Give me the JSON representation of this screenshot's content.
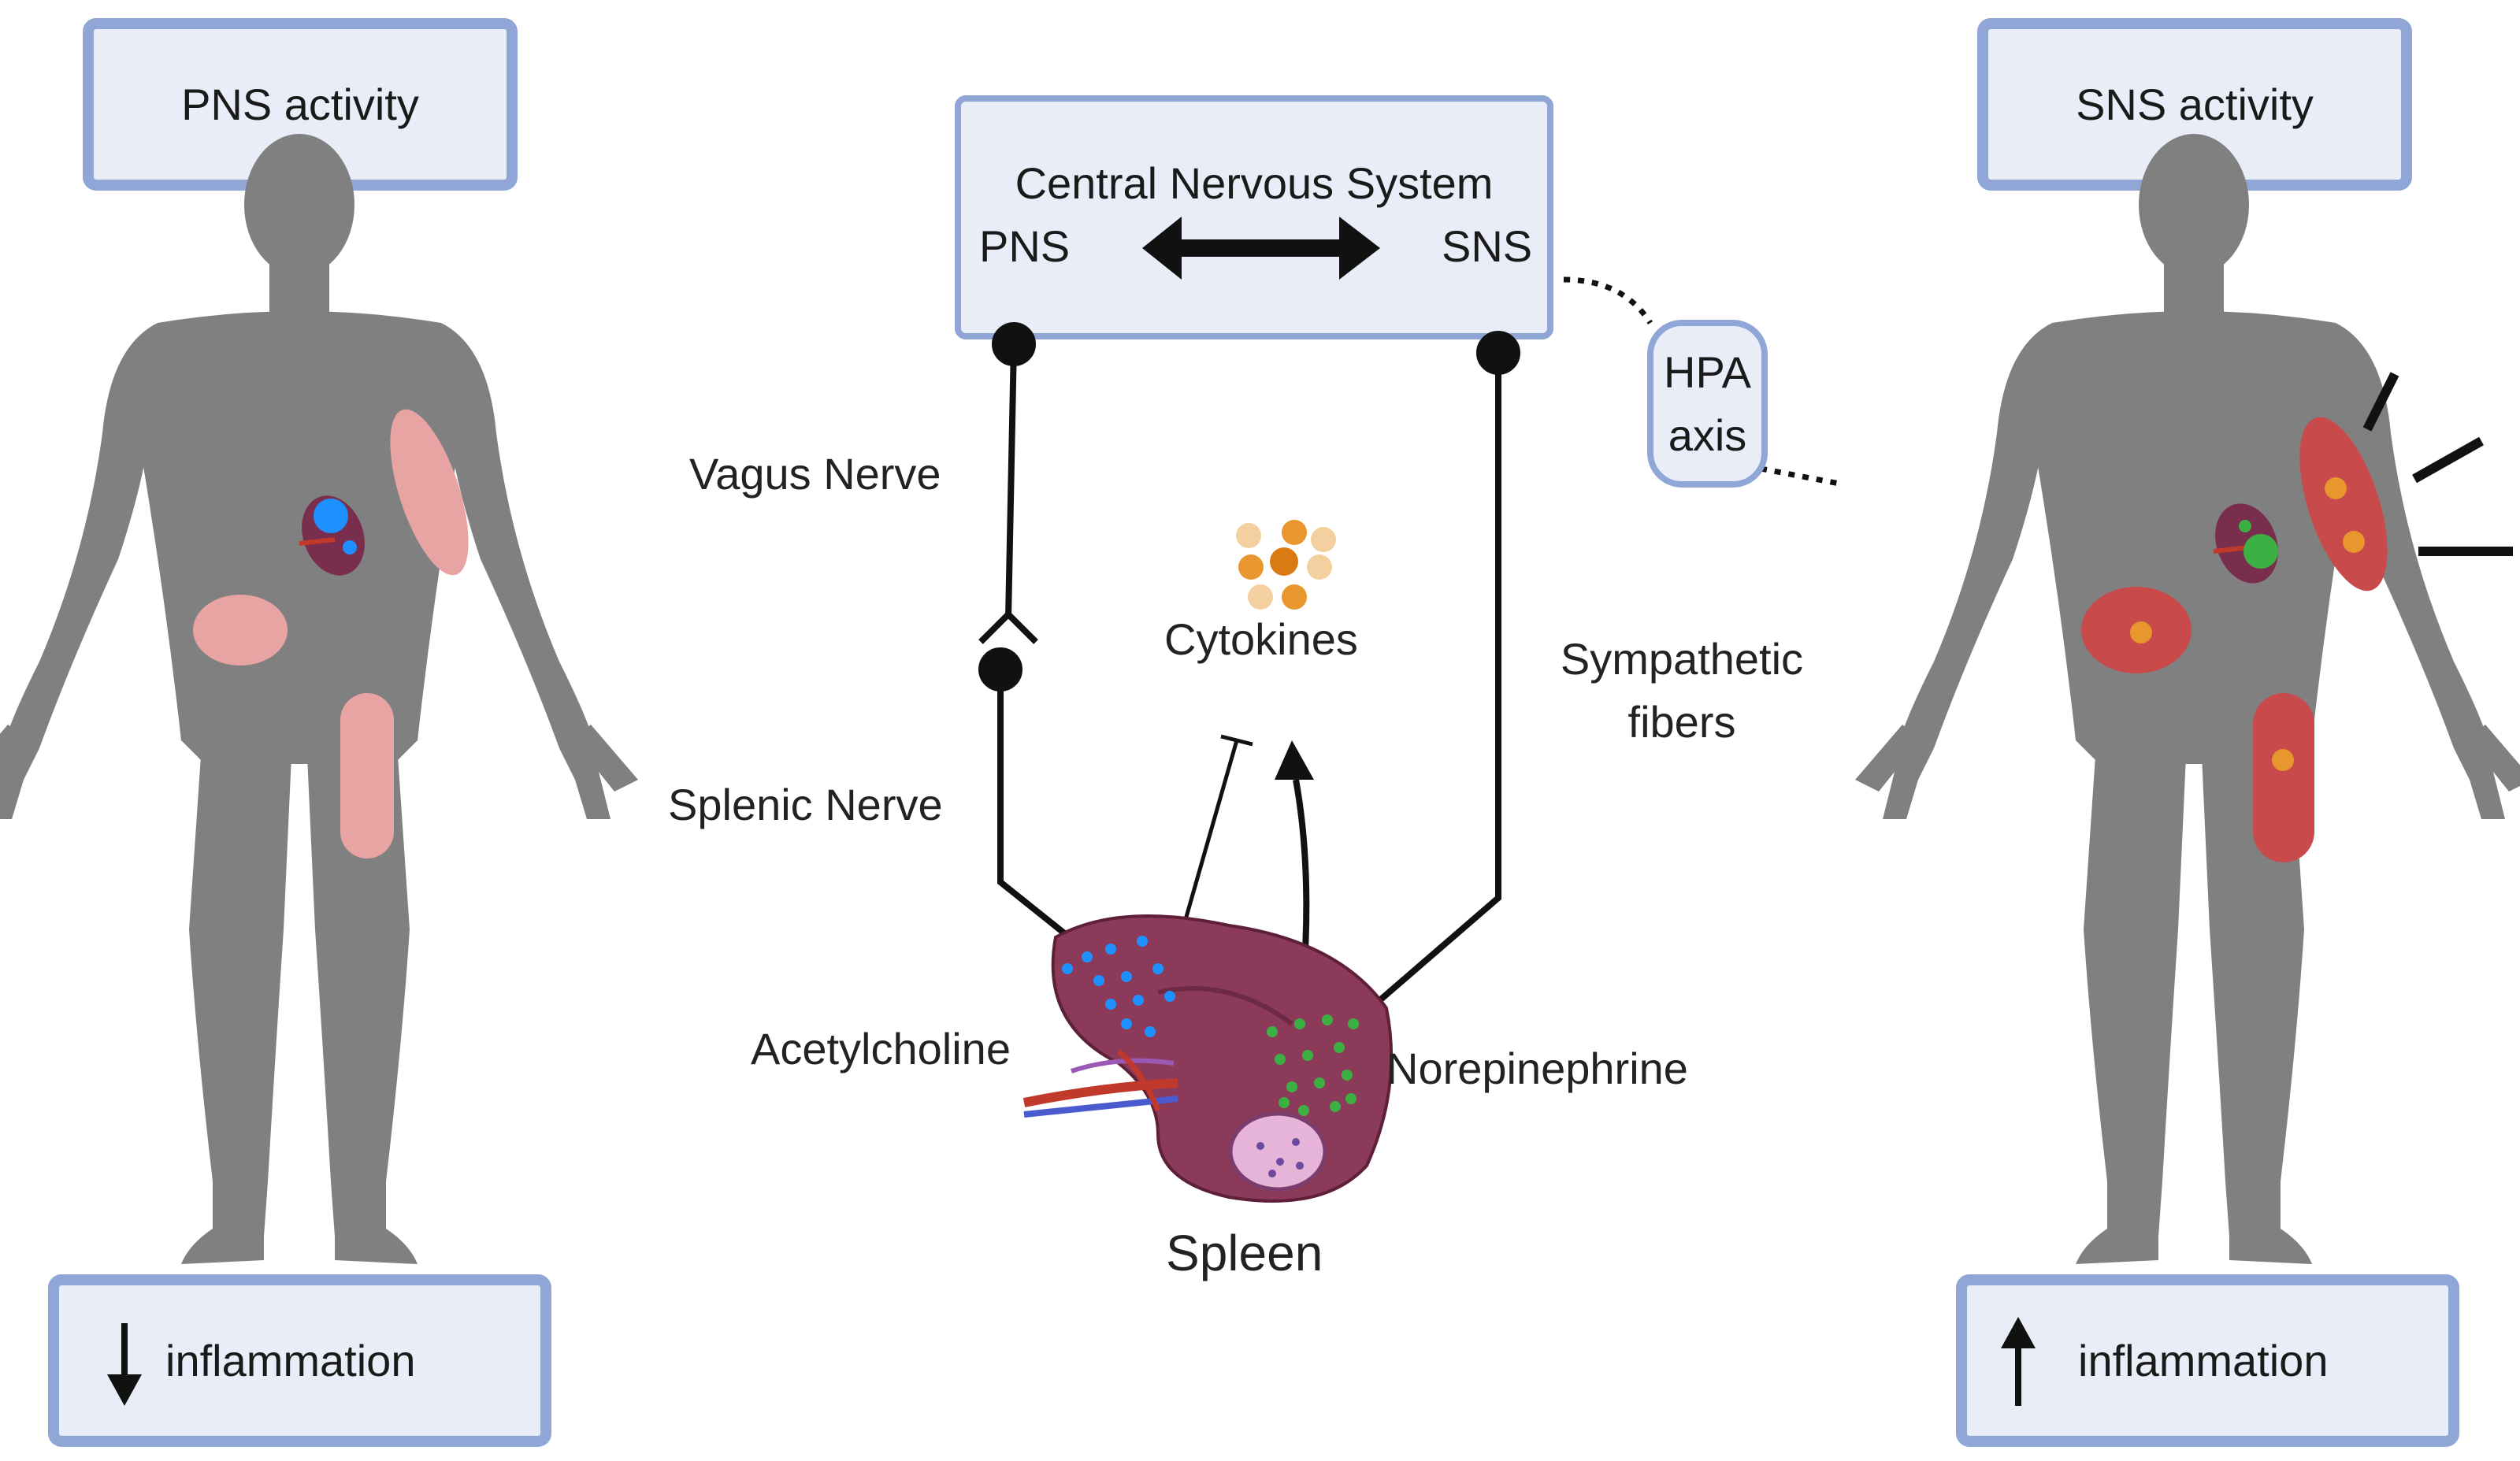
{
  "left_panel": {
    "top_label": "PNS activity",
    "bottom_label": "inflammation",
    "arrow_direction": "down"
  },
  "right_panel": {
    "top_label": "SNS activity",
    "bottom_label": "inflammation",
    "arrow_direction": "up"
  },
  "cns_box": {
    "title": "Central Nervous System",
    "left": "PNS",
    "right": "SNS"
  },
  "hpa": {
    "line1": "HPA",
    "line2": "axis"
  },
  "labels": {
    "vagus": "Vagus Nerve",
    "splenic": "Splenic Nerve",
    "acetylcholine": "Acetylcholine",
    "cytokines": "Cytokines",
    "sympathetic_1": "Sympathetic",
    "sympathetic_2": "fibers",
    "norepinephrine": "Norepinephrine",
    "spleen": "Spleen"
  },
  "colors": {
    "box_fill": "#e8edf8",
    "box_border": "#8fa6d6",
    "body": "#808080",
    "spleen": "#8b3a5a",
    "inflammation_light": "#e8a3a3",
    "inflammation_strong": "#c94a4a",
    "acetylcholine": "#1e90ff",
    "norepinephrine": "#3cb043",
    "cytokine": "#e8962e"
  }
}
